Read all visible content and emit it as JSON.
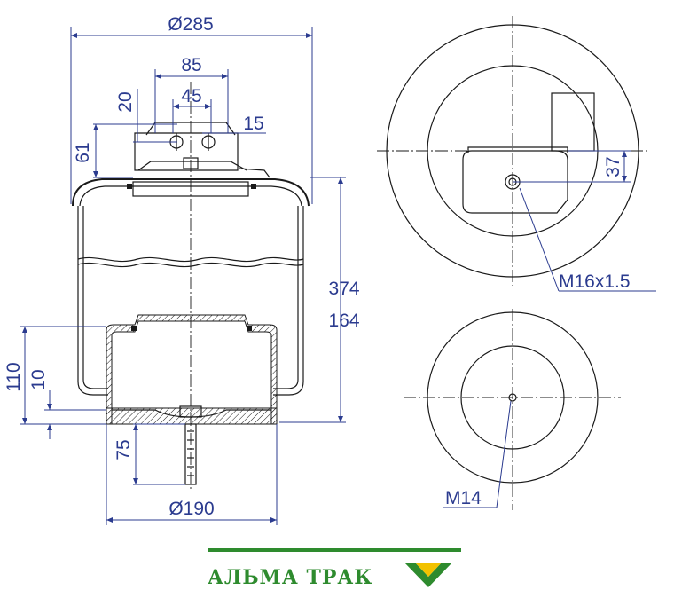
{
  "dimensions": {
    "d285": "Ø285",
    "d85": "85",
    "d45": "45",
    "d20": "20",
    "d15": "15",
    "d61": "61",
    "d374": "374",
    "d164": "164",
    "d110": "110",
    "d10": "10",
    "d75": "75",
    "d190": "Ø190",
    "d37": "37"
  },
  "callouts": {
    "top_thread": "M16x1.5",
    "bottom_thread": "M14"
  },
  "brand": {
    "name": "АЛЬМА ТРАК",
    "color": "#2e8b2e",
    "accent": "#f2c200"
  },
  "colors": {
    "dimension": "#2b3b8f",
    "outline": "#1a1a1a"
  }
}
